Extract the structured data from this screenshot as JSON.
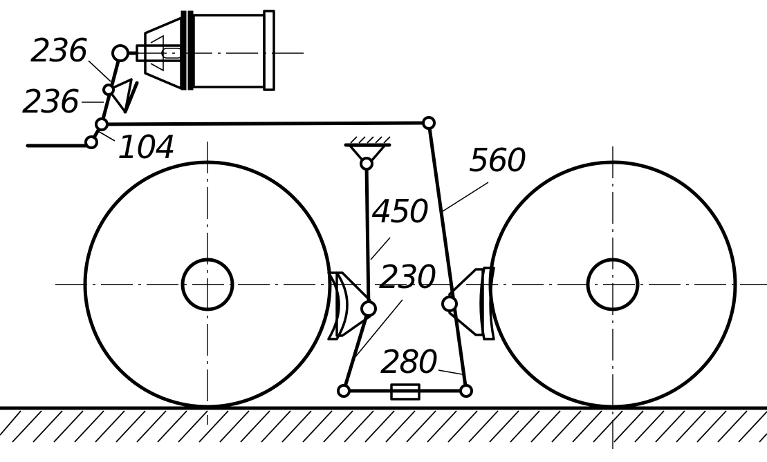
{
  "labels": {
    "cyl_rod": "236",
    "lever": "236",
    "pivot": "104",
    "rod_long": "560",
    "rod_vertical": "450",
    "shoe": "230",
    "rod_bottom": "280"
  },
  "colors": {
    "line": "#000000",
    "background": "#ffffff"
  }
}
